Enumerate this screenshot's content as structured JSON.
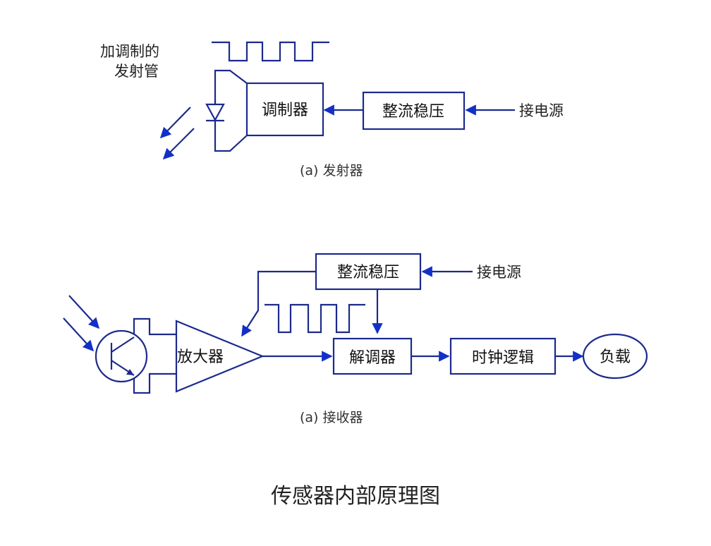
{
  "colors": {
    "line": "#1c2a8c",
    "arrow": "#1230c8",
    "text": "#111111",
    "background": "#ffffff"
  },
  "transmitter": {
    "led_label_line1": "加调制的",
    "led_label_line2": "发射管",
    "modulator": "调制器",
    "rectifier": "整流稳压",
    "power": "接电源",
    "caption": "(a) 发射器"
  },
  "receiver": {
    "rectifier": "整流稳压",
    "power": "接电源",
    "amplifier": "放大器",
    "demodulator": "解调器",
    "clock_logic": "时钟逻辑",
    "load": "负载",
    "caption": "(a) 接收器"
  },
  "title": "传感器内部原理图"
}
